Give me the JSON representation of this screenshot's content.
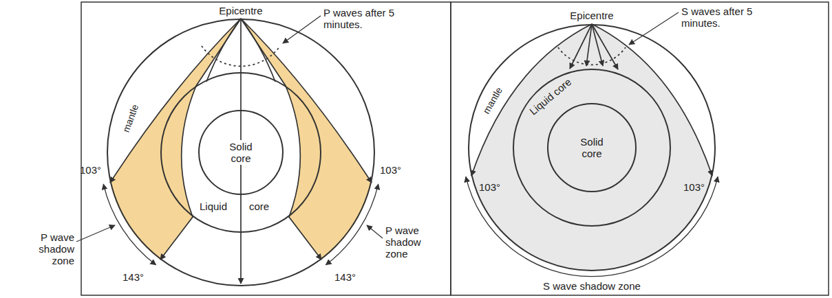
{
  "diagram": {
    "nodes": [
      {
        "text": [
          "mantle"
        ]
      },
      {
        "text": [
          "Liquid",
          "core"
        ],
        "in": 0
      },
      {
        "text": [
          "Solid core"
        ],
        "in": 1
      },
      {
        "text": [
          "mantle"
        ]
      },
      {
        "text": [
          "Liquid core"
        ],
        "in": 3
      },
      {
        "text": [
          "Solid core"
        ],
        "in": 4
      }
    ],
    "labels": [
      "Epicentre",
      "P waves after 5 minutes.",
      "103°",
      "143°",
      "P wave shadow zone",
      "103°",
      "143°",
      "P wave shadow zone",
      "Epicentre",
      "S waves after 5 minutes.",
      "103°",
      "103°",
      "S wave shadow zone"
    ]
  }
}
